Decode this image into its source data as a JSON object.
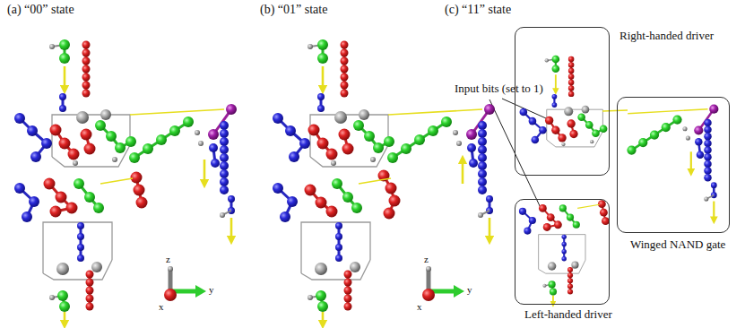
{
  "diagram": {
    "nodes": [
      {
        "text": [
          "Right-handed driver"
        ]
      },
      {
        "text": [
          "Winged NAND gate"
        ]
      },
      {
        "text": [
          "Left-handed driver"
        ]
      }
    ],
    "labels": [
      "(a) “00” state",
      "(b) “01” state",
      "(c) “11” state",
      "Input bits (set to 1)",
      "z",
      "y",
      "x",
      "z",
      "y",
      "x"
    ]
  }
}
